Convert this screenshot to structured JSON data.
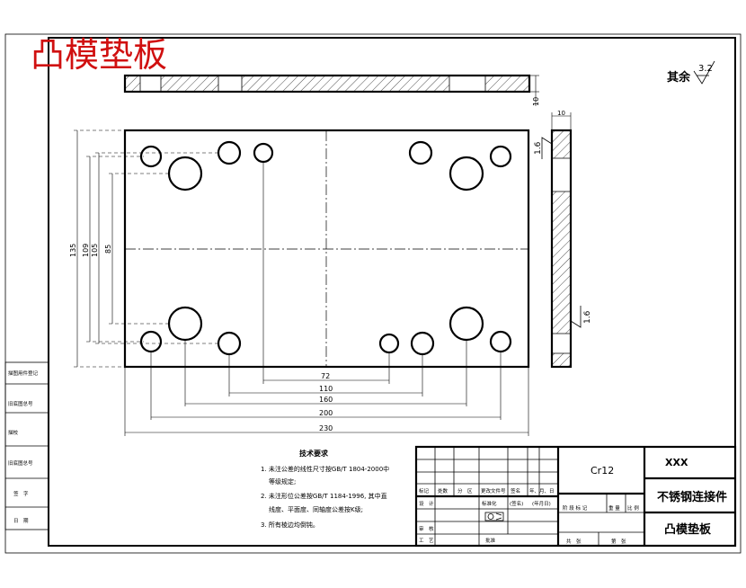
{
  "title_stamp": "凸模垫板",
  "surface_note": {
    "label": "其余",
    "roughness": "3.2"
  },
  "roughness_marks": [
    "1.6",
    "1.6"
  ],
  "dimensions": {
    "plate_thickness": "10",
    "side_thickness": "10",
    "vertical": [
      "135",
      "109",
      "105",
      "85"
    ],
    "horizontal": [
      "72",
      "110",
      "160",
      "200",
      "230"
    ]
  },
  "tech_requirements": {
    "heading": "技术要求",
    "items": [
      "1. 未注公差的线性尺寸按GB/T 1804-2000中",
      "等级规定;",
      "2. 未注形位公差按GB/T 1184-1996, 其中直",
      "线度、平面度、同轴度公差按K级;",
      "3. 所有棱边均倒钝。"
    ]
  },
  "left_strip": [
    "描图用件登记",
    "旧底图总号",
    "描校",
    "旧底图总号",
    "签　字",
    "日　期"
  ],
  "title_block": {
    "material": "Cr12",
    "company": "XXX",
    "assembly": "不锈钢连接件",
    "part_name": "凸模垫板",
    "header_row": [
      "标记",
      "处数",
      "分　区",
      "更改文件号",
      "签名",
      "年、月、日"
    ],
    "row_labels": [
      "设　计",
      "审　核",
      "工　艺"
    ],
    "std_label": "标准化",
    "sign_label": "(签名)",
    "date_label": "(年月日)",
    "approve_label": "批准",
    "stage_cols": [
      "阶 段 标 记",
      "重 量",
      "比 例"
    ],
    "sheet_row": [
      "共　张",
      "第　张"
    ]
  }
}
